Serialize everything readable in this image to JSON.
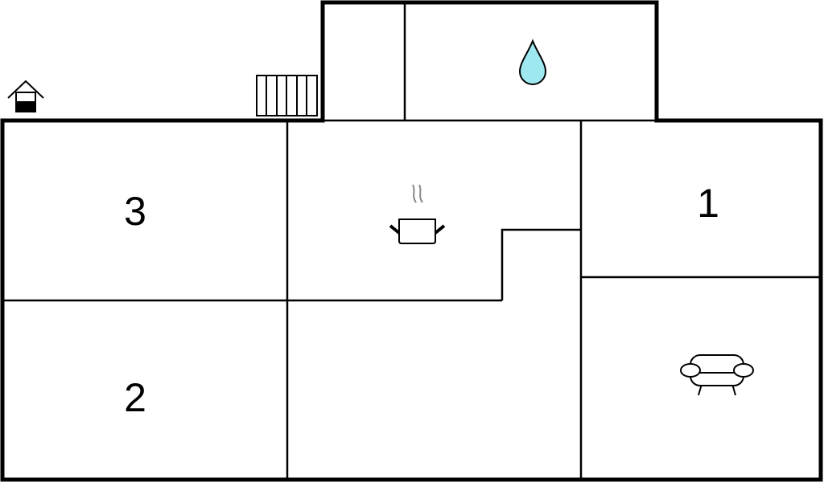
{
  "rooms": {
    "bedroom_3": {
      "label": "3"
    },
    "bedroom_2": {
      "label": "2"
    },
    "bedroom_1": {
      "label": "1"
    }
  },
  "icons": [
    "entrance-house-icon",
    "stairs-icon",
    "bathroom-water-drop-icon",
    "kitchen-pot-icon",
    "living-room-sofa-icon"
  ],
  "colors": {
    "wall": "#000000",
    "water": "#9ee8f0",
    "steam": "#888888"
  }
}
